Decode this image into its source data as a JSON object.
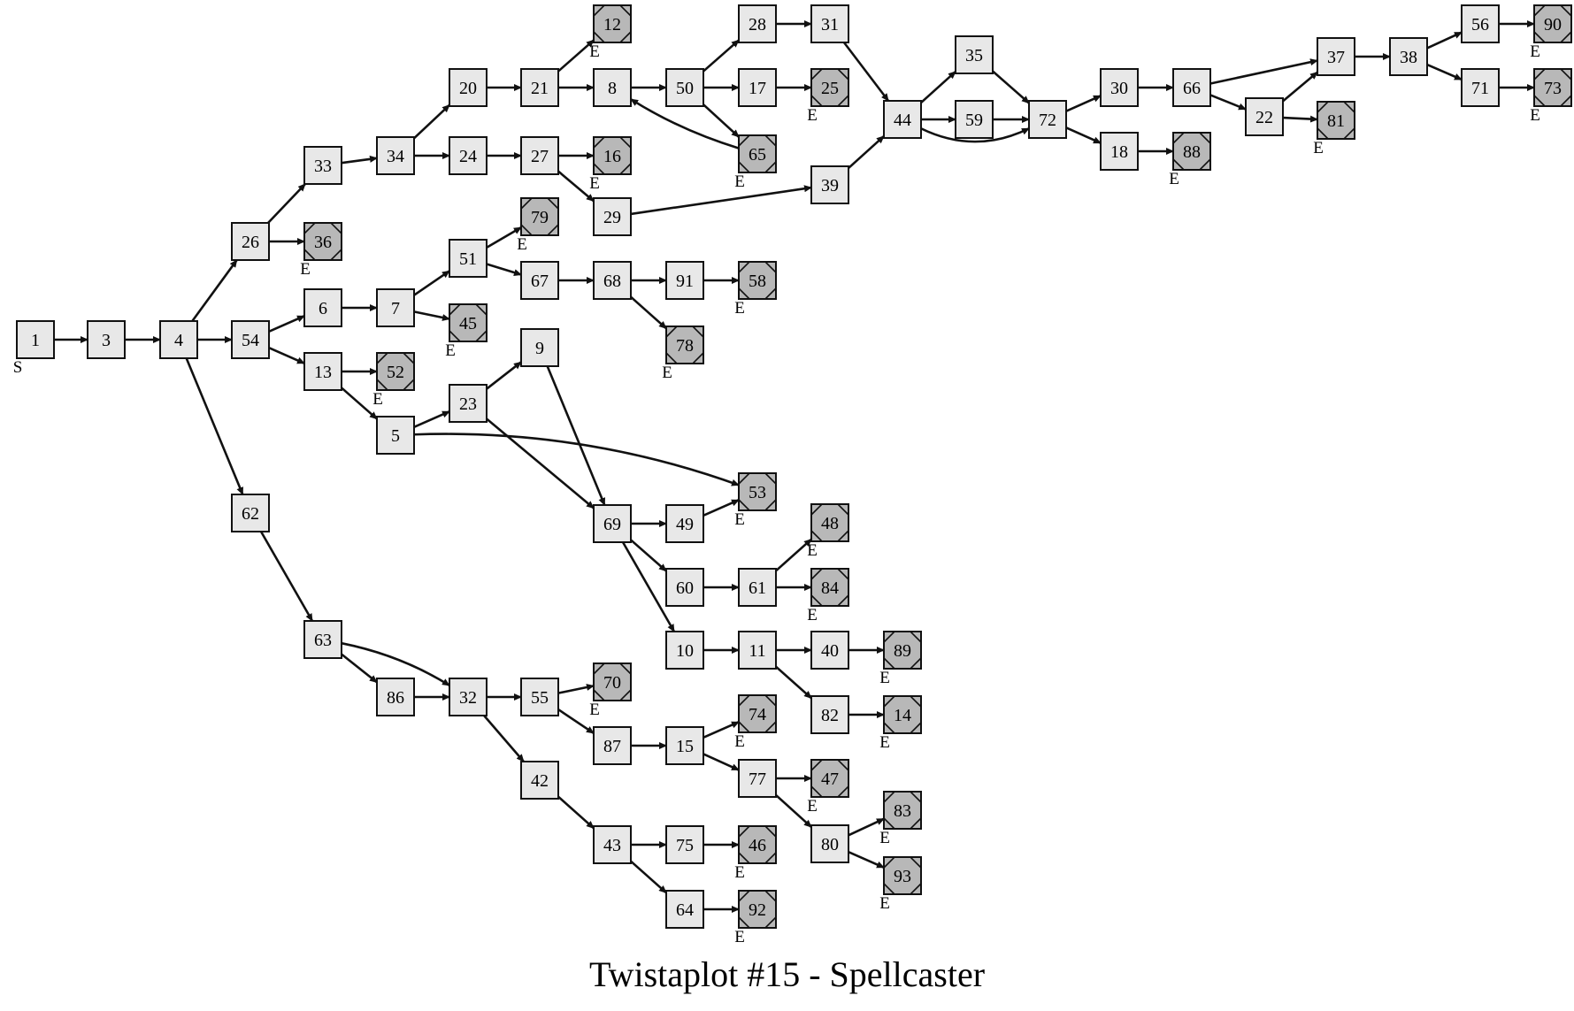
{
  "caption": "Twistaplot #15 - Spellcaster",
  "colors": {
    "node_fill": "#e8e8e8",
    "end_fill": "#b8b8b8",
    "stroke": "#111111"
  },
  "tags": {
    "start": "S",
    "end": "E"
  },
  "nodes": [
    {
      "id": "1",
      "type": "start"
    },
    {
      "id": "3",
      "type": "normal"
    },
    {
      "id": "4",
      "type": "normal"
    },
    {
      "id": "26",
      "type": "normal"
    },
    {
      "id": "54",
      "type": "normal"
    },
    {
      "id": "62",
      "type": "normal"
    },
    {
      "id": "33",
      "type": "normal"
    },
    {
      "id": "36",
      "type": "end"
    },
    {
      "id": "6",
      "type": "normal"
    },
    {
      "id": "13",
      "type": "normal"
    },
    {
      "id": "63",
      "type": "normal"
    },
    {
      "id": "34",
      "type": "normal"
    },
    {
      "id": "7",
      "type": "normal"
    },
    {
      "id": "52",
      "type": "end"
    },
    {
      "id": "5",
      "type": "normal"
    },
    {
      "id": "86",
      "type": "normal"
    },
    {
      "id": "20",
      "type": "normal"
    },
    {
      "id": "24",
      "type": "normal"
    },
    {
      "id": "51",
      "type": "normal"
    },
    {
      "id": "45",
      "type": "end"
    },
    {
      "id": "23",
      "type": "normal"
    },
    {
      "id": "32",
      "type": "normal"
    },
    {
      "id": "21",
      "type": "normal"
    },
    {
      "id": "27",
      "type": "normal"
    },
    {
      "id": "67",
      "type": "normal"
    },
    {
      "id": "9",
      "type": "normal"
    },
    {
      "id": "55",
      "type": "normal"
    },
    {
      "id": "42",
      "type": "normal"
    },
    {
      "id": "12",
      "type": "end"
    },
    {
      "id": "8",
      "type": "normal"
    },
    {
      "id": "16",
      "type": "end"
    },
    {
      "id": "29",
      "type": "normal"
    },
    {
      "id": "79",
      "type": "end"
    },
    {
      "id": "68",
      "type": "normal"
    },
    {
      "id": "69",
      "type": "normal"
    },
    {
      "id": "70",
      "type": "end"
    },
    {
      "id": "87",
      "type": "normal"
    },
    {
      "id": "43",
      "type": "normal"
    },
    {
      "id": "50",
      "type": "normal"
    },
    {
      "id": "78",
      "type": "end"
    },
    {
      "id": "91",
      "type": "normal"
    },
    {
      "id": "49",
      "type": "normal"
    },
    {
      "id": "60",
      "type": "normal"
    },
    {
      "id": "10",
      "type": "normal"
    },
    {
      "id": "15",
      "type": "normal"
    },
    {
      "id": "75",
      "type": "normal"
    },
    {
      "id": "64",
      "type": "normal"
    },
    {
      "id": "28",
      "type": "normal"
    },
    {
      "id": "17",
      "type": "normal"
    },
    {
      "id": "65",
      "type": "end"
    },
    {
      "id": "58",
      "type": "end"
    },
    {
      "id": "53",
      "type": "end"
    },
    {
      "id": "61",
      "type": "normal"
    },
    {
      "id": "11",
      "type": "normal"
    },
    {
      "id": "74",
      "type": "end"
    },
    {
      "id": "77",
      "type": "normal"
    },
    {
      "id": "46",
      "type": "end"
    },
    {
      "id": "92",
      "type": "end"
    },
    {
      "id": "31",
      "type": "normal"
    },
    {
      "id": "25",
      "type": "end"
    },
    {
      "id": "39",
      "type": "normal"
    },
    {
      "id": "48",
      "type": "end"
    },
    {
      "id": "84",
      "type": "end"
    },
    {
      "id": "40",
      "type": "normal"
    },
    {
      "id": "82",
      "type": "normal"
    },
    {
      "id": "47",
      "type": "end"
    },
    {
      "id": "80",
      "type": "normal"
    },
    {
      "id": "44",
      "type": "normal"
    },
    {
      "id": "89",
      "type": "end"
    },
    {
      "id": "14",
      "type": "end"
    },
    {
      "id": "83",
      "type": "end"
    },
    {
      "id": "93",
      "type": "end"
    },
    {
      "id": "35",
      "type": "normal"
    },
    {
      "id": "59",
      "type": "normal"
    },
    {
      "id": "72",
      "type": "normal"
    },
    {
      "id": "30",
      "type": "normal"
    },
    {
      "id": "18",
      "type": "normal"
    },
    {
      "id": "66",
      "type": "normal"
    },
    {
      "id": "88",
      "type": "end"
    },
    {
      "id": "22",
      "type": "normal"
    },
    {
      "id": "37",
      "type": "normal"
    },
    {
      "id": "81",
      "type": "end"
    },
    {
      "id": "38",
      "type": "normal"
    },
    {
      "id": "56",
      "type": "normal"
    },
    {
      "id": "71",
      "type": "normal"
    },
    {
      "id": "90",
      "type": "end"
    },
    {
      "id": "73",
      "type": "end"
    }
  ],
  "edges": [
    [
      "1",
      "3"
    ],
    [
      "3",
      "4"
    ],
    [
      "4",
      "26"
    ],
    [
      "4",
      "54"
    ],
    [
      "4",
      "62"
    ],
    [
      "26",
      "33"
    ],
    [
      "26",
      "36"
    ],
    [
      "33",
      "34"
    ],
    [
      "34",
      "20"
    ],
    [
      "34",
      "24"
    ],
    [
      "20",
      "21"
    ],
    [
      "21",
      "12"
    ],
    [
      "21",
      "8"
    ],
    [
      "8",
      "50"
    ],
    [
      "50",
      "28"
    ],
    [
      "50",
      "17"
    ],
    [
      "50",
      "65"
    ],
    [
      "65",
      "8"
    ],
    [
      "28",
      "31"
    ],
    [
      "17",
      "25"
    ],
    [
      "31",
      "44"
    ],
    [
      "24",
      "27"
    ],
    [
      "27",
      "16"
    ],
    [
      "27",
      "29"
    ],
    [
      "29",
      "39"
    ],
    [
      "39",
      "44"
    ],
    [
      "44",
      "35"
    ],
    [
      "44",
      "59"
    ],
    [
      "44",
      "72"
    ],
    [
      "35",
      "72"
    ],
    [
      "59",
      "72"
    ],
    [
      "72",
      "30"
    ],
    [
      "72",
      "18"
    ],
    [
      "30",
      "66"
    ],
    [
      "18",
      "88"
    ],
    [
      "66",
      "37"
    ],
    [
      "66",
      "22"
    ],
    [
      "22",
      "37"
    ],
    [
      "22",
      "81"
    ],
    [
      "37",
      "38"
    ],
    [
      "38",
      "56"
    ],
    [
      "38",
      "71"
    ],
    [
      "56",
      "90"
    ],
    [
      "71",
      "73"
    ],
    [
      "54",
      "6"
    ],
    [
      "54",
      "13"
    ],
    [
      "6",
      "7"
    ],
    [
      "7",
      "51"
    ],
    [
      "7",
      "45"
    ],
    [
      "51",
      "79"
    ],
    [
      "51",
      "67"
    ],
    [
      "67",
      "68"
    ],
    [
      "68",
      "91"
    ],
    [
      "68",
      "78"
    ],
    [
      "91",
      "58"
    ],
    [
      "13",
      "52"
    ],
    [
      "13",
      "5"
    ],
    [
      "5",
      "23"
    ],
    [
      "5",
      "53"
    ],
    [
      "23",
      "9"
    ],
    [
      "23",
      "69"
    ],
    [
      "9",
      "69"
    ],
    [
      "69",
      "49"
    ],
    [
      "69",
      "60"
    ],
    [
      "69",
      "10"
    ],
    [
      "49",
      "53"
    ],
    [
      "60",
      "61"
    ],
    [
      "61",
      "48"
    ],
    [
      "61",
      "84"
    ],
    [
      "10",
      "11"
    ],
    [
      "11",
      "40"
    ],
    [
      "11",
      "82"
    ],
    [
      "40",
      "89"
    ],
    [
      "82",
      "14"
    ],
    [
      "62",
      "63"
    ],
    [
      "63",
      "32"
    ],
    [
      "63",
      "86"
    ],
    [
      "86",
      "32"
    ],
    [
      "32",
      "55"
    ],
    [
      "32",
      "42"
    ],
    [
      "55",
      "70"
    ],
    [
      "55",
      "87"
    ],
    [
      "87",
      "15"
    ],
    [
      "15",
      "74"
    ],
    [
      "15",
      "77"
    ],
    [
      "77",
      "47"
    ],
    [
      "77",
      "80"
    ],
    [
      "80",
      "83"
    ],
    [
      "80",
      "93"
    ],
    [
      "42",
      "43"
    ],
    [
      "43",
      "75"
    ],
    [
      "43",
      "64"
    ],
    [
      "75",
      "46"
    ],
    [
      "64",
      "92"
    ]
  ]
}
